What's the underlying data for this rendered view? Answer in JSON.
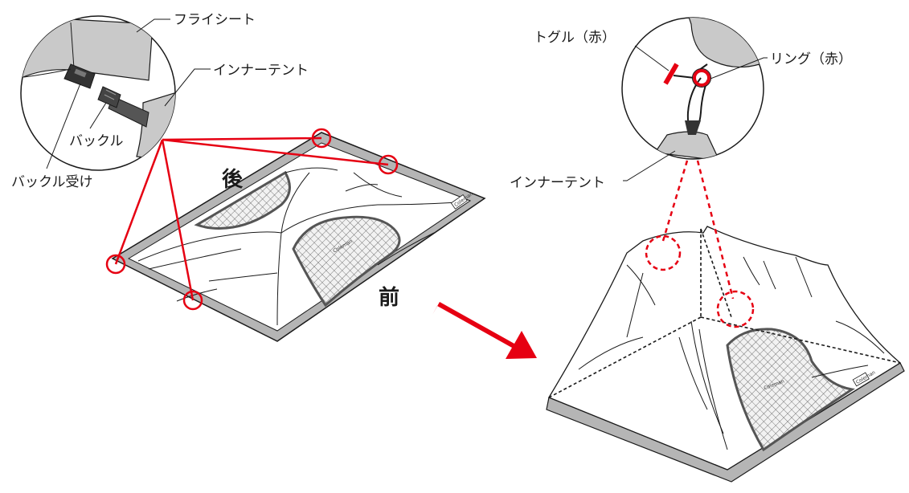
{
  "labels": {
    "fly_sheet": "フライシート",
    "inner_tent_left": "インナーテント",
    "buckle": "バックル",
    "buckle_receiver": "バックル受け",
    "back": "後",
    "front": "前",
    "toggle_red": "トグル（赤）",
    "ring_red": "リング（赤）",
    "inner_tent_right": "インナーテント"
  },
  "brand": "Coleman",
  "colors": {
    "accent_red": "#e60012",
    "frame_gray": "#b5b5b5",
    "line": "#1a1a1a"
  },
  "icons": [
    "buckle-icon",
    "toggle-icon",
    "ring-icon",
    "arrow-right-icon"
  ]
}
